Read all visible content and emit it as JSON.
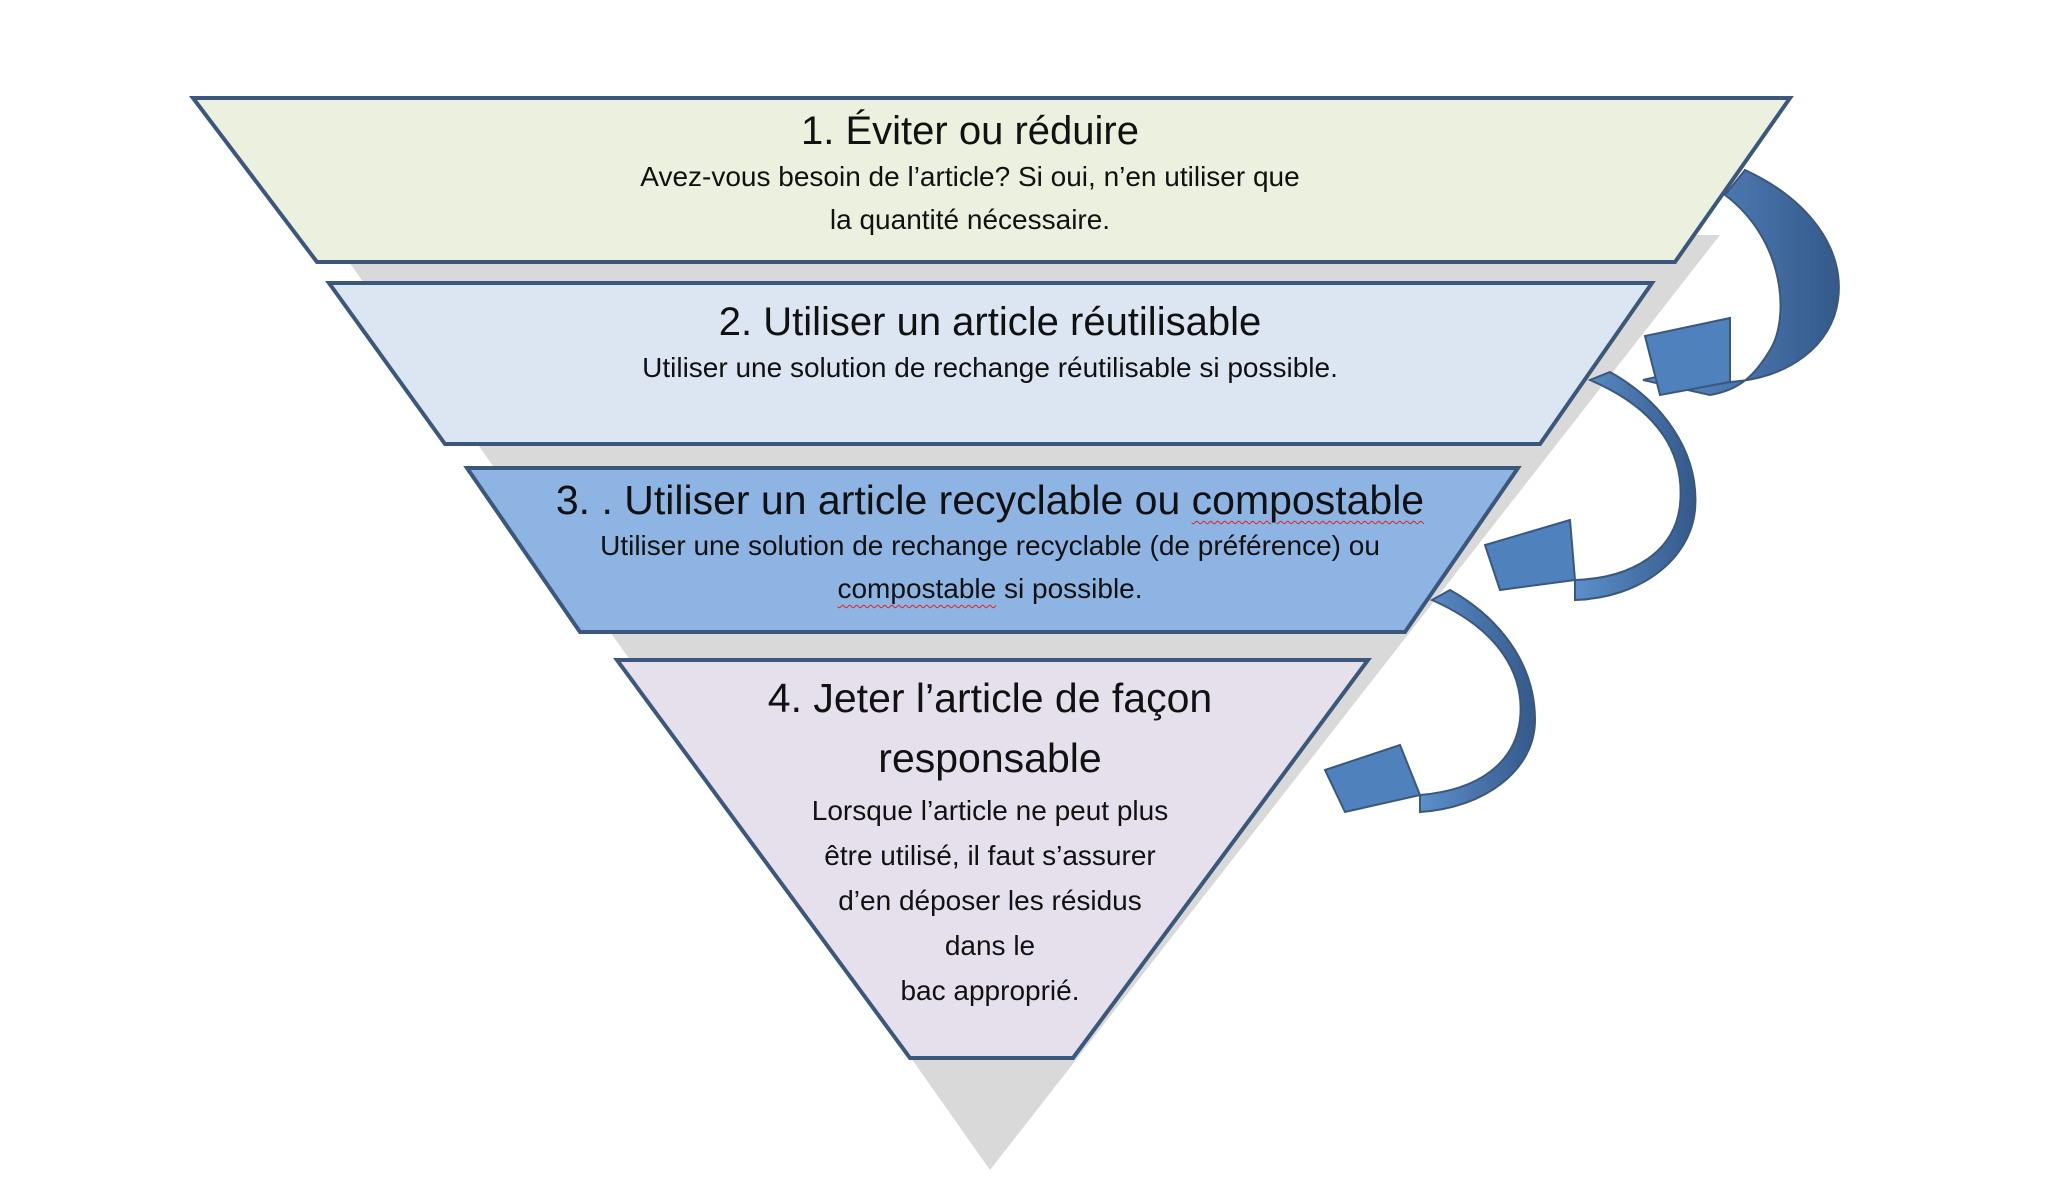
{
  "diagram": {
    "type": "waste-hierarchy inverted pyramid",
    "levels": [
      {
        "title": "1. Éviter ou réduire",
        "description": "Avez-vous besoin de l’article? Si oui, n’en utiliser que\nla quantité nécessaire.",
        "fill": "#ebf1de"
      },
      {
        "title": "2. Utiliser un article réutilisable",
        "description": "Utiliser une solution de rechange réutilisable si possible.",
        "fill": "#dce6f2"
      },
      {
        "title_prefix": "3. . Utiliser un article recyclable ou ",
        "title_flagged_word": "compostable",
        "description_line1": "Utiliser une solution de rechange recyclable (de préférence) ou",
        "description_flagged_word": "compostable",
        "description_suffix": " si possible.",
        "fill": "#8eb4e3"
      },
      {
        "title": "4. Jeter l’article de façon\nresponsable",
        "description": "Lorsque l’article ne peut plus\nêtre utilisé, il faut s’assurer\nd’en déposer les résidus\ndans le\nbac approprié.",
        "fill": "#e6e0ec"
      }
    ],
    "colors": {
      "outline": "#3b587c",
      "shadow": "#d9d9d9",
      "arrow_fill": "#4f81bd",
      "arrow_dark": "#3a6391",
      "spellcheck_underline": "#e02020"
    }
  }
}
